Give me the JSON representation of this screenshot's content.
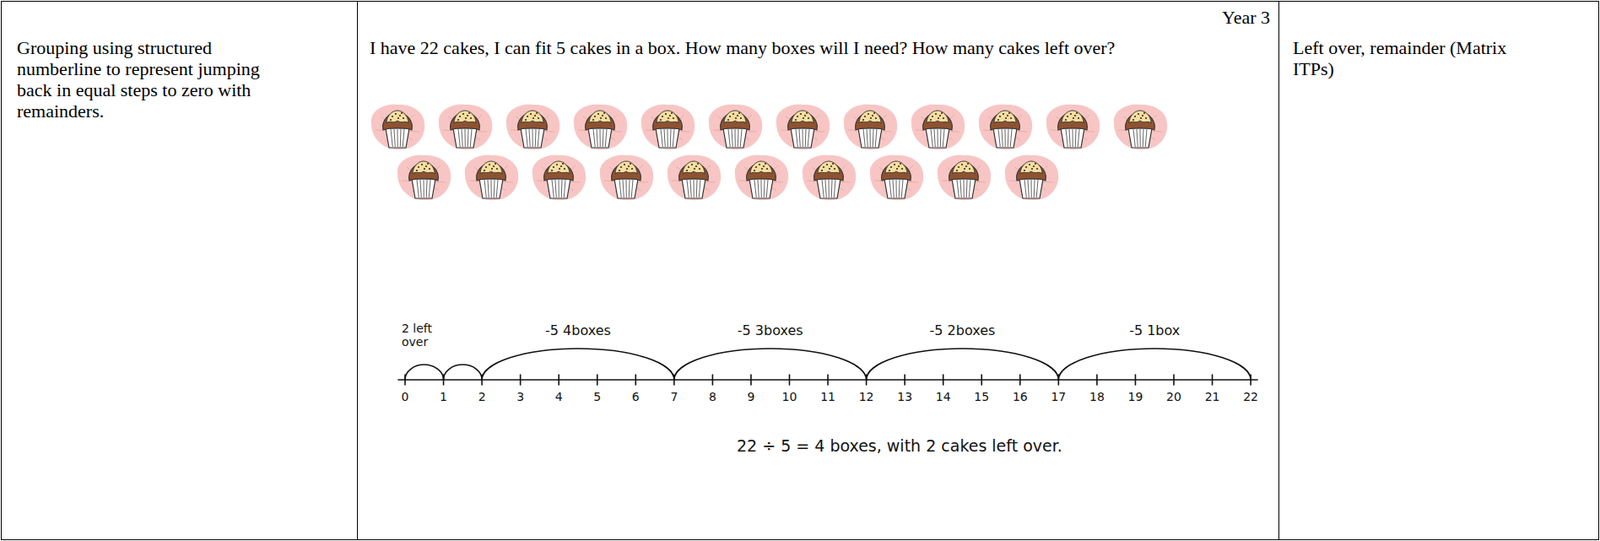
{
  "diagram": {
    "nodes": [
      {
        "text": [
          "Grouping using structured numberline to represent jumping back in equal steps to zero with remainders."
        ]
      },
      {
        "text": [
          "Year 3",
          "I have 22 cakes, I can fit 5 cakes in a box. How many boxes will I need? How many cakes left over?"
        ]
      },
      {
        "text": [
          "Left over, remainder (Matrix ITPs)"
        ]
      }
    ],
    "labels": [
      "0",
      "1",
      "2",
      "3",
      "4",
      "5",
      "6",
      "7",
      "8",
      "9",
      "10",
      "11",
      "12",
      "13",
      "14",
      "15",
      "16",
      "17",
      "18",
      "19",
      "20",
      "21",
      "22",
      "-5 4boxes",
      "-5 3boxes",
      "-5 2boxes",
      "-5 1box",
      "2 left over",
      "22 ÷ 5 = 4 boxes, with 2 cakes left over."
    ]
  }
}
